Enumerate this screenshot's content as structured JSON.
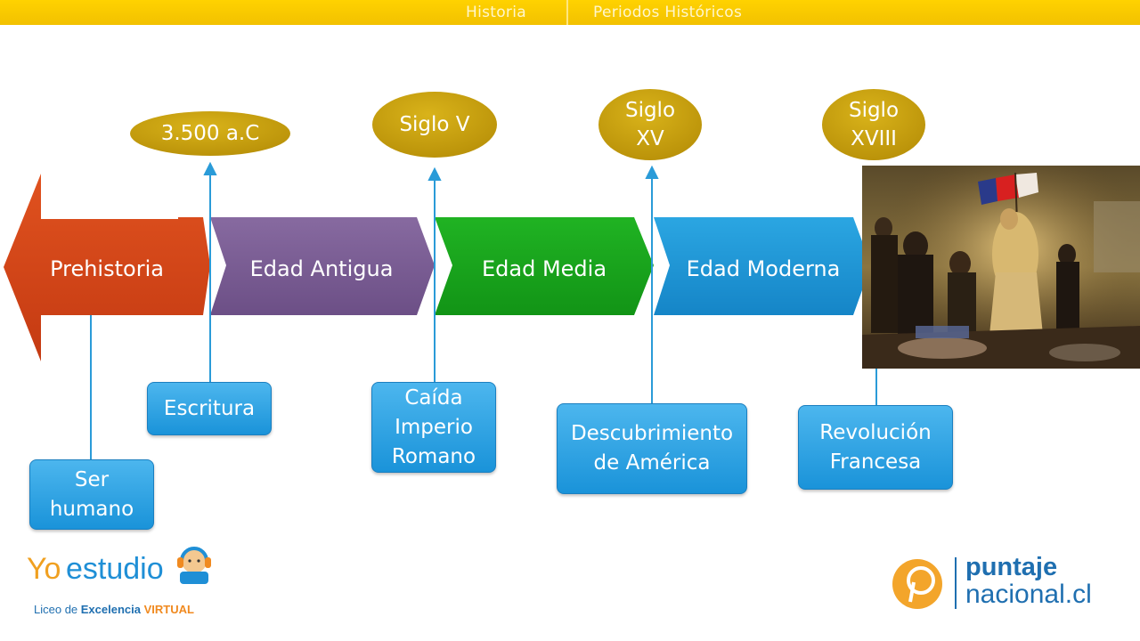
{
  "header": {
    "subject": "Historia",
    "topic": "Periodos Históricos"
  },
  "periods": [
    {
      "label": "Prehistoria",
      "color": "#d2411a"
    },
    {
      "label": "Edad Antigua",
      "color": "#7a5a93"
    },
    {
      "label": "Edad Media",
      "color": "#1ba51e"
    },
    {
      "label": "Edad Moderna",
      "color": "#1d96d6"
    }
  ],
  "dates": [
    {
      "lines": [
        "3.500 a.C"
      ]
    },
    {
      "lines": [
        "Siglo V"
      ]
    },
    {
      "lines": [
        "Siglo",
        "XV"
      ]
    },
    {
      "lines": [
        "Siglo",
        "XVIII"
      ]
    }
  ],
  "events": [
    {
      "lines": [
        "Ser",
        "humano"
      ]
    },
    {
      "lines": [
        "Escritura"
      ]
    },
    {
      "lines": [
        "Caída",
        "Imperio",
        "Romano"
      ]
    },
    {
      "lines": [
        "Descubrimiento",
        "de América"
      ]
    },
    {
      "lines": [
        "Revolución",
        "Francesa"
      ]
    }
  ],
  "logos": {
    "left_yo": "Yo",
    "left_estudio": "estudio",
    "left_tagline_1": "Liceo de ",
    "left_tagline_2": "Excelencia ",
    "left_tagline_3": "VIRTUAL",
    "right_line1": "puntaje",
    "right_line2": "nacional.cl"
  },
  "colors": {
    "header": "#f6c800",
    "oval": "#c8a20a",
    "event_box": "#2aa3e4"
  }
}
